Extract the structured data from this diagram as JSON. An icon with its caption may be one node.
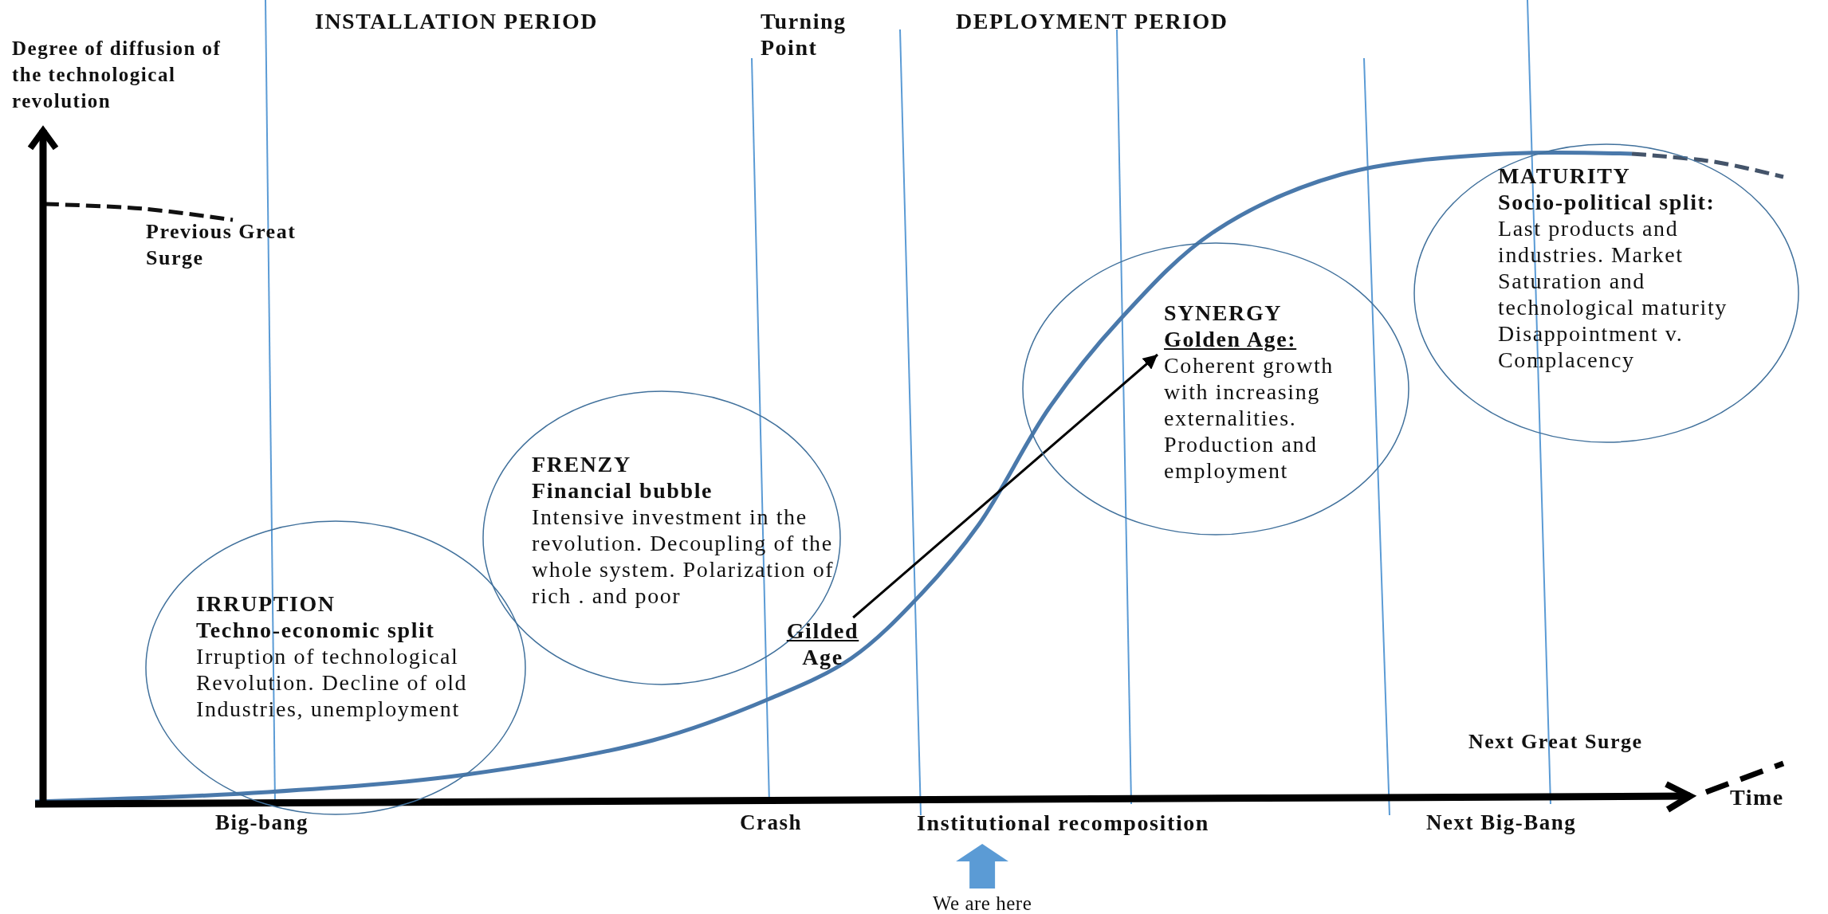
{
  "diagram": {
    "nodes": [
      {
        "text": [
          "IRRUPTION",
          "Techno-economic split",
          "Irruption of technological Revolution. Decline of old Industries, unemployment"
        ]
      },
      {
        "text": [
          "FRENZY",
          "Financial bubble",
          "Intensive investment in the revolution. Decoupling of the whole system. Polarization of rich . and poor"
        ]
      },
      {
        "text": [
          "Gilded",
          "Age"
        ]
      },
      {
        "text": [
          "SYNERGY",
          "Golden Age:",
          "Coherent growth with increasing externalities. Production and employment"
        ]
      },
      {
        "text": [
          "MATURITY",
          "Socio-political split:",
          "Last products and industries. Market Saturation and technological maturity",
          "Disappointment v. Complacency"
        ]
      },
      {
        "text": [
          "Institutional recomposition"
        ]
      },
      {
        "text": [
          "We are here"
        ]
      }
    ],
    "edges": [
      {
        "from": 2,
        "to": 3,
        "arrow": "to"
      },
      {
        "from": 6,
        "to": 5,
        "arrow": "to",
        "style": "thick",
        "color": "#5b9bd5"
      }
    ],
    "labels": [
      "INSTALLATION PERIOD",
      "Turning Point",
      "DEPLOYMENT PERIOD",
      "Degree of diffusion of the technological revolution",
      "Previous Great Surge",
      "Next Great Surge",
      "Big-bang",
      "Crash",
      "Next Big-Bang",
      "Time"
    ]
  }
}
